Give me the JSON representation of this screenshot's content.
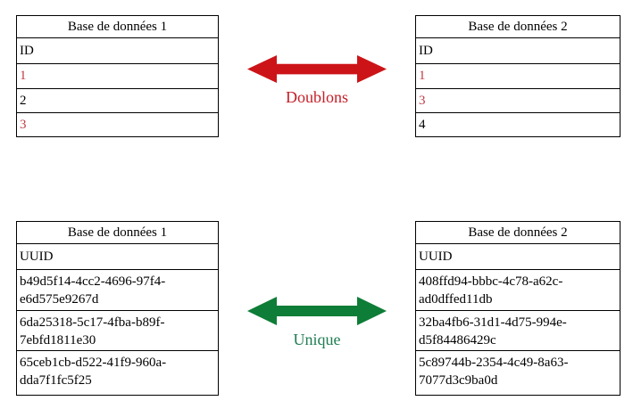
{
  "background": "#ffffff",
  "border_color": "#000000",
  "text_color": "#000000",
  "highlight_color": "#be3b44",
  "sections": [
    {
      "name": "doublons",
      "label": "Doublons",
      "label_color": "#c41e28",
      "arrow_color": "#cc1418",
      "arrow_icon": "double-headed-arrow",
      "left": {
        "title": "Base de données 1",
        "column": "ID",
        "rows": [
          {
            "value": "1",
            "highlight": true
          },
          {
            "value": "2",
            "highlight": false
          },
          {
            "value": "3",
            "highlight": true
          }
        ]
      },
      "right": {
        "title": "Base de données 2",
        "column": "ID",
        "rows": [
          {
            "value": "1",
            "highlight": true
          },
          {
            "value": "3",
            "highlight": true
          },
          {
            "value": "4",
            "highlight": false
          }
        ]
      }
    },
    {
      "name": "unique",
      "label": "Unique",
      "label_color": "#1e7d52",
      "arrow_color": "#0e7d37",
      "arrow_icon": "double-headed-arrow",
      "left": {
        "title": "Base de données 1",
        "column": "UUID",
        "rows": [
          {
            "value": "b49d5f14-4cc2-4696-97f4-e6d575e9267d",
            "highlight": false
          },
          {
            "value": "6da25318-5c17-4fba-b89f-7ebfd1811e30",
            "highlight": false
          },
          {
            "value": "65ceb1cb-d522-41f9-960a-dda7f1fc5f25",
            "highlight": false
          }
        ]
      },
      "right": {
        "title": "Base de données 2",
        "column": "UUID",
        "rows": [
          {
            "value": "408ffd94-bbbc-4c78-a62c-ad0dffed11db",
            "highlight": false
          },
          {
            "value": "32ba4fb6-31d1-4d75-994e-d5f84486429c",
            "highlight": false
          },
          {
            "value": "5c89744b-2354-4c49-8a63-7077d3c9ba0d",
            "highlight": false
          }
        ]
      }
    }
  ]
}
